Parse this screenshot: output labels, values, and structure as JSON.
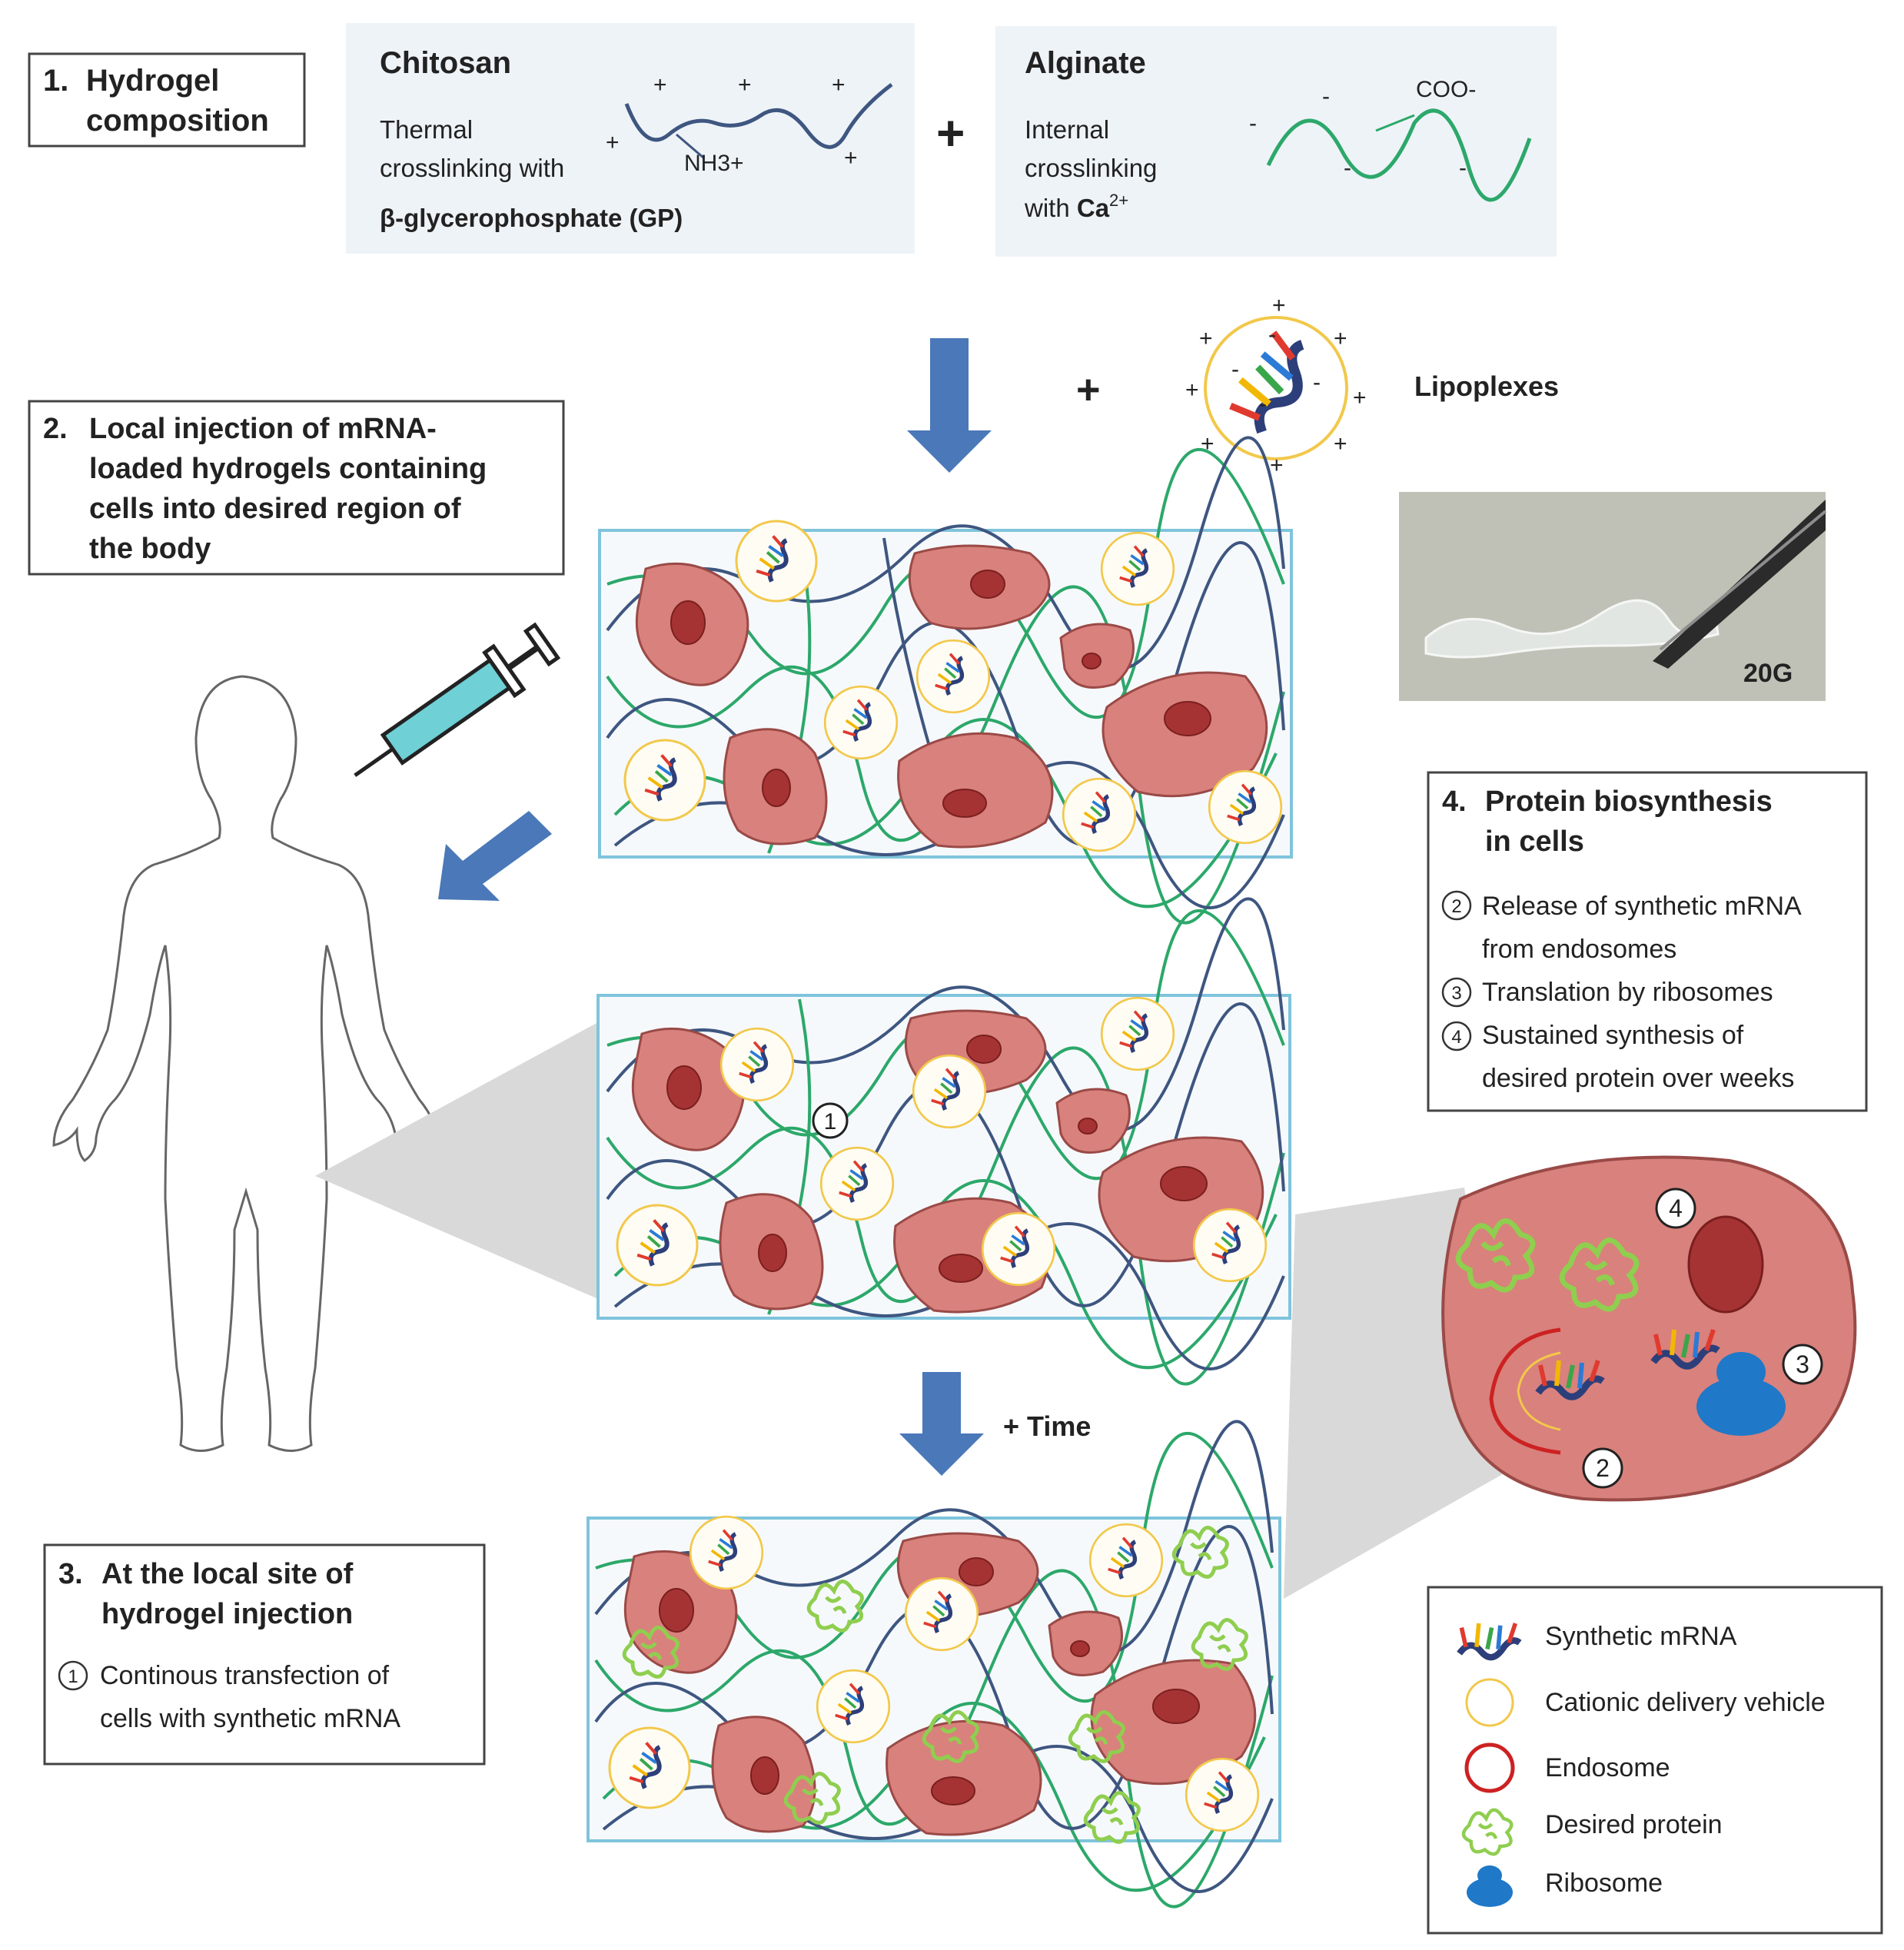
{
  "step1": {
    "number": "1.",
    "title_line1": "Hydrogel",
    "title_line2": "composition"
  },
  "chitosan": {
    "title": "Chitosan",
    "line1": "Thermal",
    "line2": "crosslinking with",
    "line3": "β-glycerophosphate (GP)",
    "group_label": "NH3+"
  },
  "plus_sign": "+",
  "plus_small": "+",
  "minus_small": "-",
  "alginate": {
    "title": "Alginate",
    "line1": "Internal",
    "line2": "crosslinking",
    "line3_prefix": "with ",
    "line3_bold": "Ca",
    "line3_sup": "2+",
    "group_label": "COO-"
  },
  "lipoplexes_label": "Lipoplexes",
  "photo_label": "20G",
  "step2": {
    "number": "2.",
    "lines": [
      "Local injection of mRNA-",
      "loaded hydrogels containing",
      "cells into desired region of",
      "the body"
    ]
  },
  "step3": {
    "number": "3.",
    "title_lines": [
      "At the local site of",
      "hydrogel injection"
    ],
    "item_marker": "1",
    "item_lines": [
      "Continous transfection of",
      "cells with synthetic mRNA"
    ]
  },
  "step4": {
    "number": "4.",
    "title_lines": [
      "Protein biosynthesis",
      "in cells"
    ],
    "items": [
      {
        "marker": "2",
        "lines": [
          "Release of synthetic mRNA",
          "from endosomes"
        ]
      },
      {
        "marker": "3",
        "lines": [
          "Translation by ribosomes"
        ]
      },
      {
        "marker": "4",
        "lines": [
          "Sustained synthesis of",
          "desired protein over weeks"
        ]
      }
    ]
  },
  "time_label": "+ Time",
  "gel_marker": "1",
  "cell_markers": {
    "m4": "4",
    "m3": "3",
    "m2": "2"
  },
  "legend": [
    {
      "icon": "mrna-icon",
      "label": "Synthetic mRNA"
    },
    {
      "icon": "cationic-vehicle-icon",
      "label": "Cationic delivery vehicle"
    },
    {
      "icon": "endosome-icon",
      "label": "Endosome"
    },
    {
      "icon": "protein-icon",
      "label": "Desired protein"
    },
    {
      "icon": "ribosome-icon",
      "label": "Ribosome"
    }
  ],
  "colors": {
    "arrow": "#4a78b8",
    "cell": "#d9817c",
    "nucleus": "#a63333",
    "chitosan_chain": "#3e5680",
    "alginate_chain": "#2ca86a",
    "vehicle_ring": "#f2c84b",
    "endosome": "#cc2222",
    "protein": "#8fce4f",
    "ribosome": "#1f78c8"
  }
}
